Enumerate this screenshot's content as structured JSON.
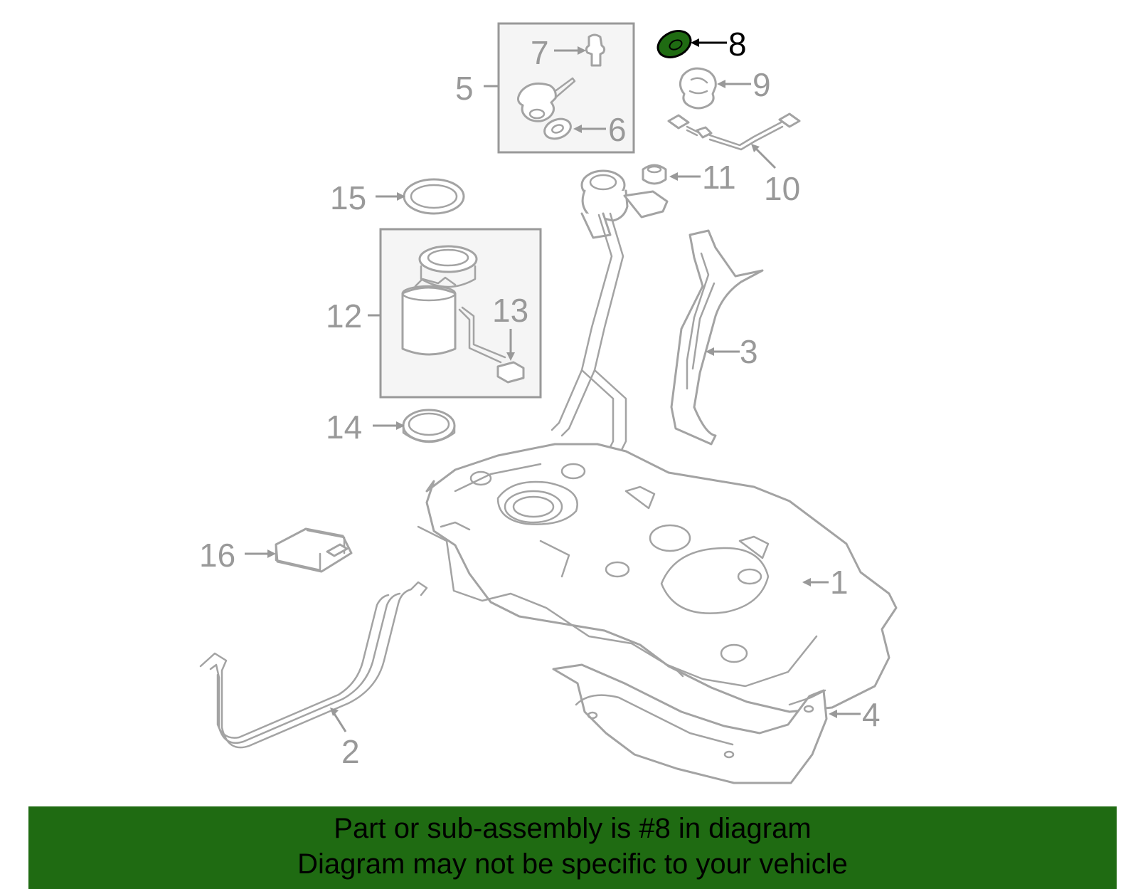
{
  "callouts": {
    "c1": "1",
    "c2": "2",
    "c3": "3",
    "c4": "4",
    "c5": "5",
    "c6": "6",
    "c7": "7",
    "c8": "8",
    "c9": "9",
    "c10": "10",
    "c11": "11",
    "c12": "12",
    "c13": "13",
    "c14": "14",
    "c15": "15",
    "c16": "16"
  },
  "highlight": {
    "part": "8",
    "color": "#1f6b12"
  },
  "colors": {
    "line": "#a3a3a3",
    "callout": "#999999",
    "box_fill": "#f5f5f5",
    "banner": "#1f6b12"
  },
  "banner": {
    "line1": "Part or sub-assembly is #8 in diagram",
    "line2": "Diagram may not be specific to your vehicle"
  }
}
